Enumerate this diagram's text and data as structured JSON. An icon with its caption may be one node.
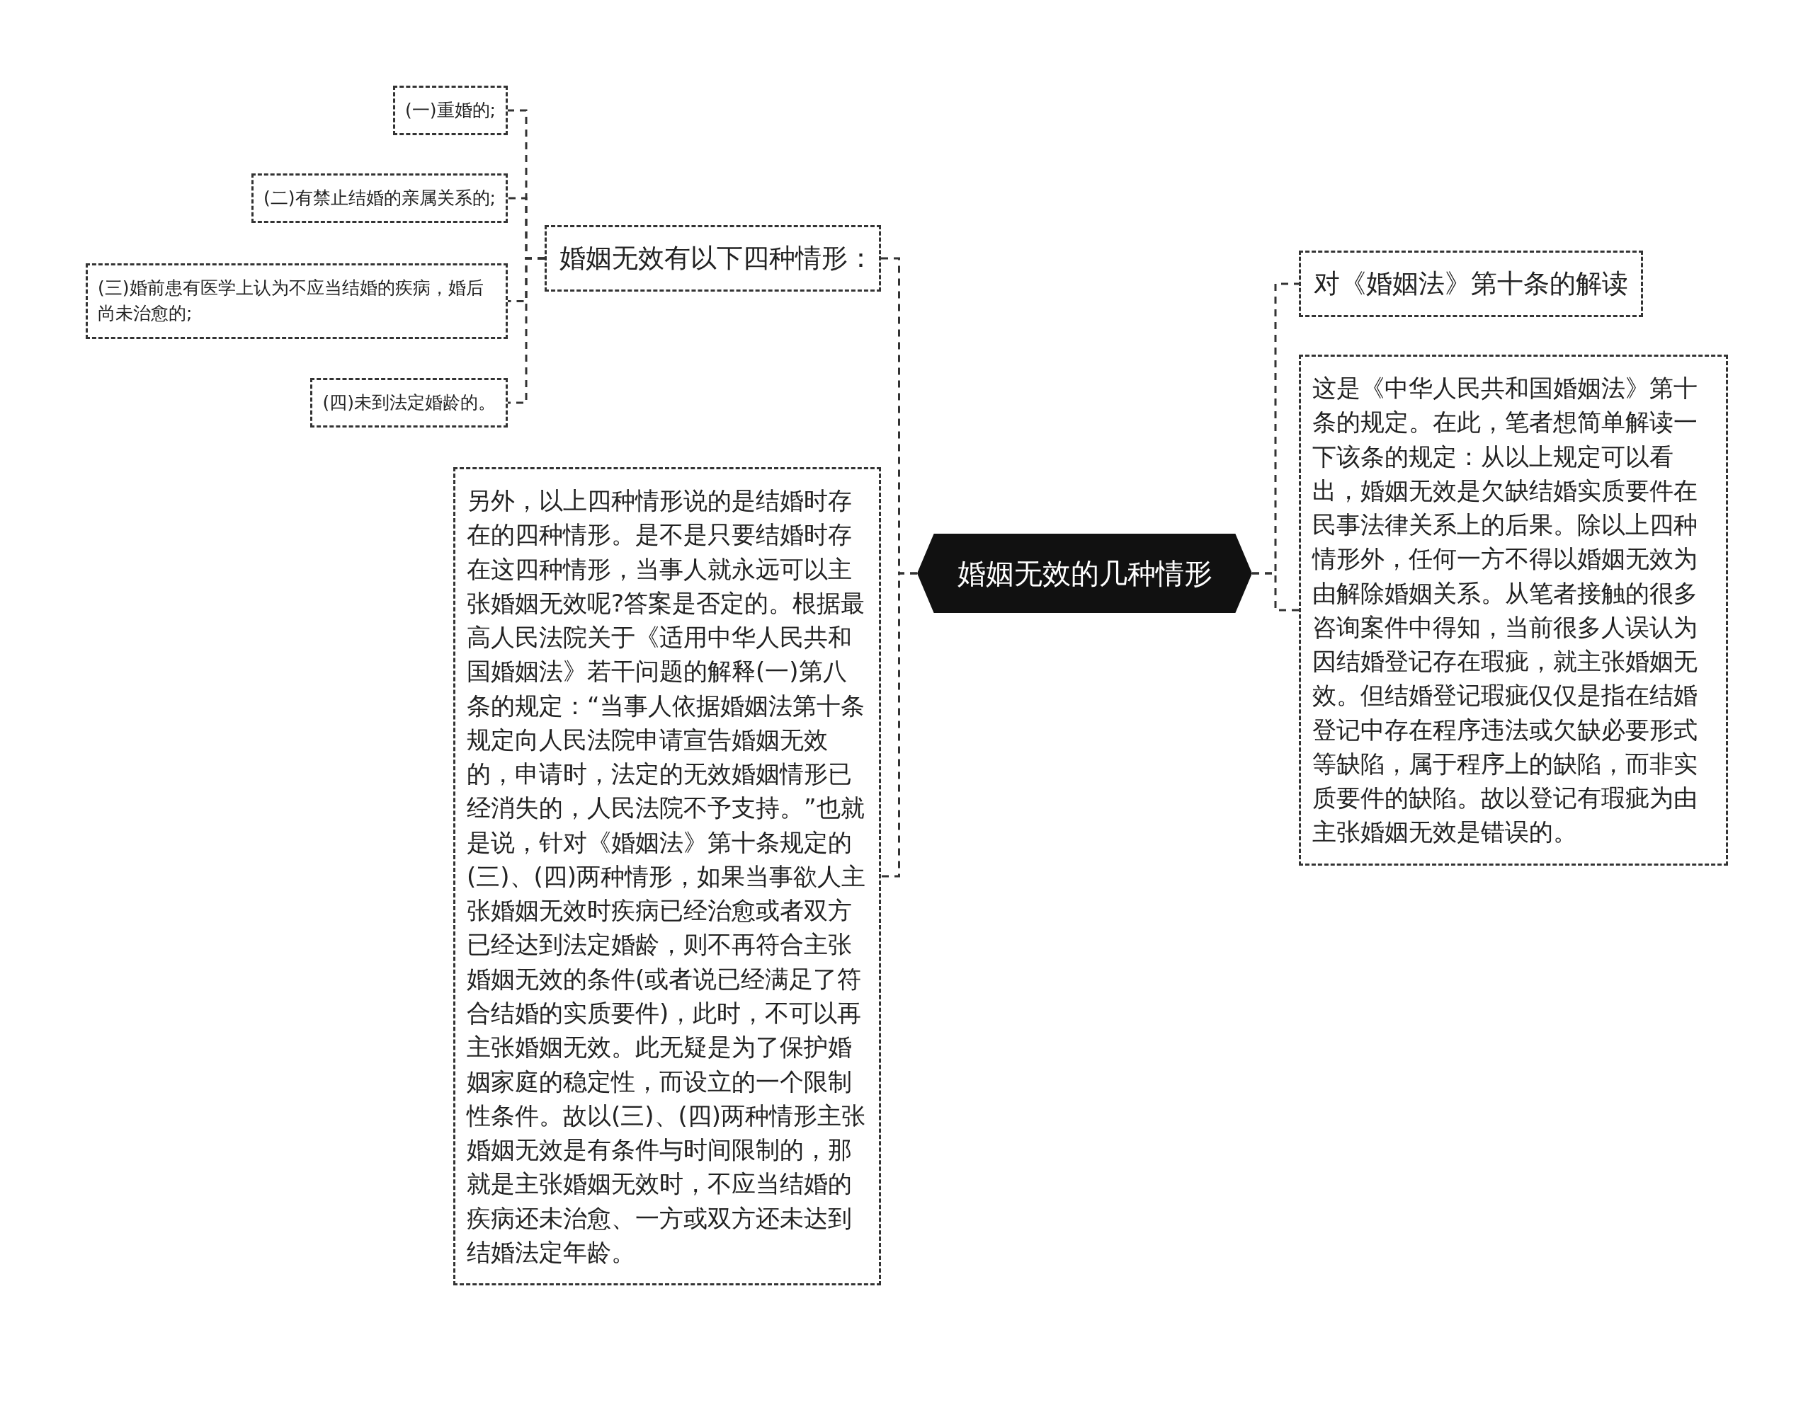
{
  "diagram": {
    "nodes": [
      {
        "text": [
          "婚姻无效的几种情形"
        ]
      },
      {
        "text": [
          "婚姻无效有以下四种情形："
        ]
      },
      {
        "text": [
          "(一)重婚的;"
        ]
      },
      {
        "text": [
          "(二)有禁止结婚的亲属关系的;"
        ]
      },
      {
        "text": [
          "(三)婚前患有医学上认为不应当结婚的疾病，婚后尚未治愈的;"
        ]
      },
      {
        "text": [
          "(四)未到法定婚龄的。"
        ]
      },
      {
        "text": [
          "另外，以上四种情形说的是结婚时存在的四种情形。是不是只要结婚时存在这四种情形，当事人就永远可以主张婚姻无效呢?答案是否定的。根据最高人民法院关于《适用中华人民共和国婚姻法》若干问题的解释(一)第八条的规定：“当事人依据婚姻法第十条规定向人民法院申请宣告婚姻无效的，申请时，法定的无效婚姻情形已经消失的，人民法院不予支持。”也就是说，针对《婚姻法》第十条规定的(三)、(四)两种情形，如果当事欲人主张婚姻无效时疾病已经治愈或者双方已经达到法定婚龄，则不再符合主张婚姻无效的条件(或者说已经满足了符合结婚的实质要件)，此时，不可以再主张婚姻无效。此无疑是为了保护婚姻家庭的稳定性，而设立的一个限制性条件。故以(三)、(四)两种情形主张婚姻无效是有条件与时间限制的，那就是主张婚姻无效时，不应当结婚的疾病还未治愈、一方或双方还未达到结婚法定年龄。"
        ]
      },
      {
        "text": [
          "对《婚姻法》第十条的解读"
        ]
      },
      {
        "text": [
          "这是《中华人民共和国婚姻法》第十条的规定。在此，笔者想简单解读一下该条的规定：从以上规定可以看出，婚姻无效是欠缺结婚实质要件在民事法律关系上的后果。除以上四种情形外，任何一方不得以婚姻无效为由解除婚姻关系。从笔者接触的很多咨询案件中得知，当前很多人误认为因结婚登记存在瑕疵，就主张婚姻无效。但结婚登记瑕疵仅仅是指在结婚登记中存在程序违法或欠缺必要形式等缺陷，属于程序上的缺陷，而非实质要件的缺陷。故以登记有瑕疵为由主张婚姻无效是错误的。"
        ]
      }
    ],
    "edges": [
      {
        "from": 0,
        "to": 1,
        "arrow": "none"
      },
      {
        "from": 1,
        "to": 2,
        "arrow": "none"
      },
      {
        "from": 1,
        "to": 3,
        "arrow": "none"
      },
      {
        "from": 1,
        "to": 4,
        "arrow": "none"
      },
      {
        "from": 1,
        "to": 5,
        "arrow": "none"
      },
      {
        "from": 0,
        "to": 6,
        "arrow": "none"
      },
      {
        "from": 0,
        "to": 7,
        "arrow": "none"
      },
      {
        "from": 0,
        "to": 8,
        "arrow": "none"
      }
    ]
  }
}
